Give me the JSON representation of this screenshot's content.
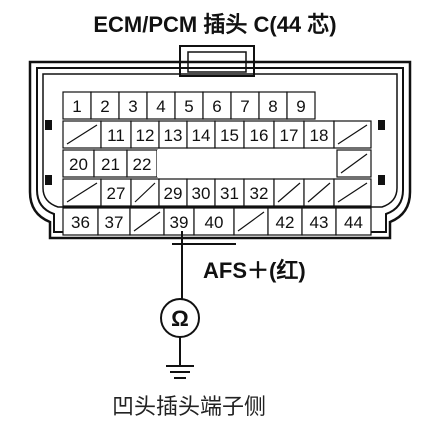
{
  "title": "ECM/PCM 插头 C(44 芯)",
  "rows": [
    [
      {
        "label": "1"
      },
      {
        "label": "2"
      },
      {
        "label": "3"
      },
      {
        "label": "4"
      },
      {
        "label": "5"
      },
      {
        "label": "6"
      },
      {
        "label": "7"
      },
      {
        "label": "8"
      },
      {
        "label": "9"
      }
    ],
    [
      {
        "label": ""
      },
      {
        "label": "11"
      },
      {
        "label": "12"
      },
      {
        "label": "13"
      },
      {
        "label": "14"
      },
      {
        "label": "15"
      },
      {
        "label": "16"
      },
      {
        "label": "17"
      },
      {
        "label": "18"
      },
      {
        "label": ""
      }
    ],
    [
      {
        "label": "20"
      },
      {
        "label": "21"
      },
      {
        "label": "22"
      },
      {
        "label": ""
      },
      {
        "label": ""
      },
      {
        "label": ""
      },
      {
        "label": ""
      },
      {
        "label": ""
      },
      {
        "label": ""
      },
      {
        "label": ""
      }
    ],
    [
      {
        "label": ""
      },
      {
        "label": "27"
      },
      {
        "label": ""
      },
      {
        "label": "29"
      },
      {
        "label": "30"
      },
      {
        "label": "31"
      },
      {
        "label": "32"
      },
      {
        "label": ""
      },
      {
        "label": ""
      },
      {
        "label": ""
      }
    ],
    [
      {
        "label": "36"
      },
      {
        "label": "37"
      },
      {
        "label": ""
      },
      {
        "label": "39"
      },
      {
        "label": "40"
      },
      {
        "label": ""
      },
      {
        "label": "42"
      },
      {
        "label": "43"
      },
      {
        "label": "44"
      }
    ]
  ],
  "probe": {
    "pin": "39",
    "label": "AFS＋(红)",
    "meter_symbol": "Ω"
  },
  "caption": "凹头插头端子侧"
}
